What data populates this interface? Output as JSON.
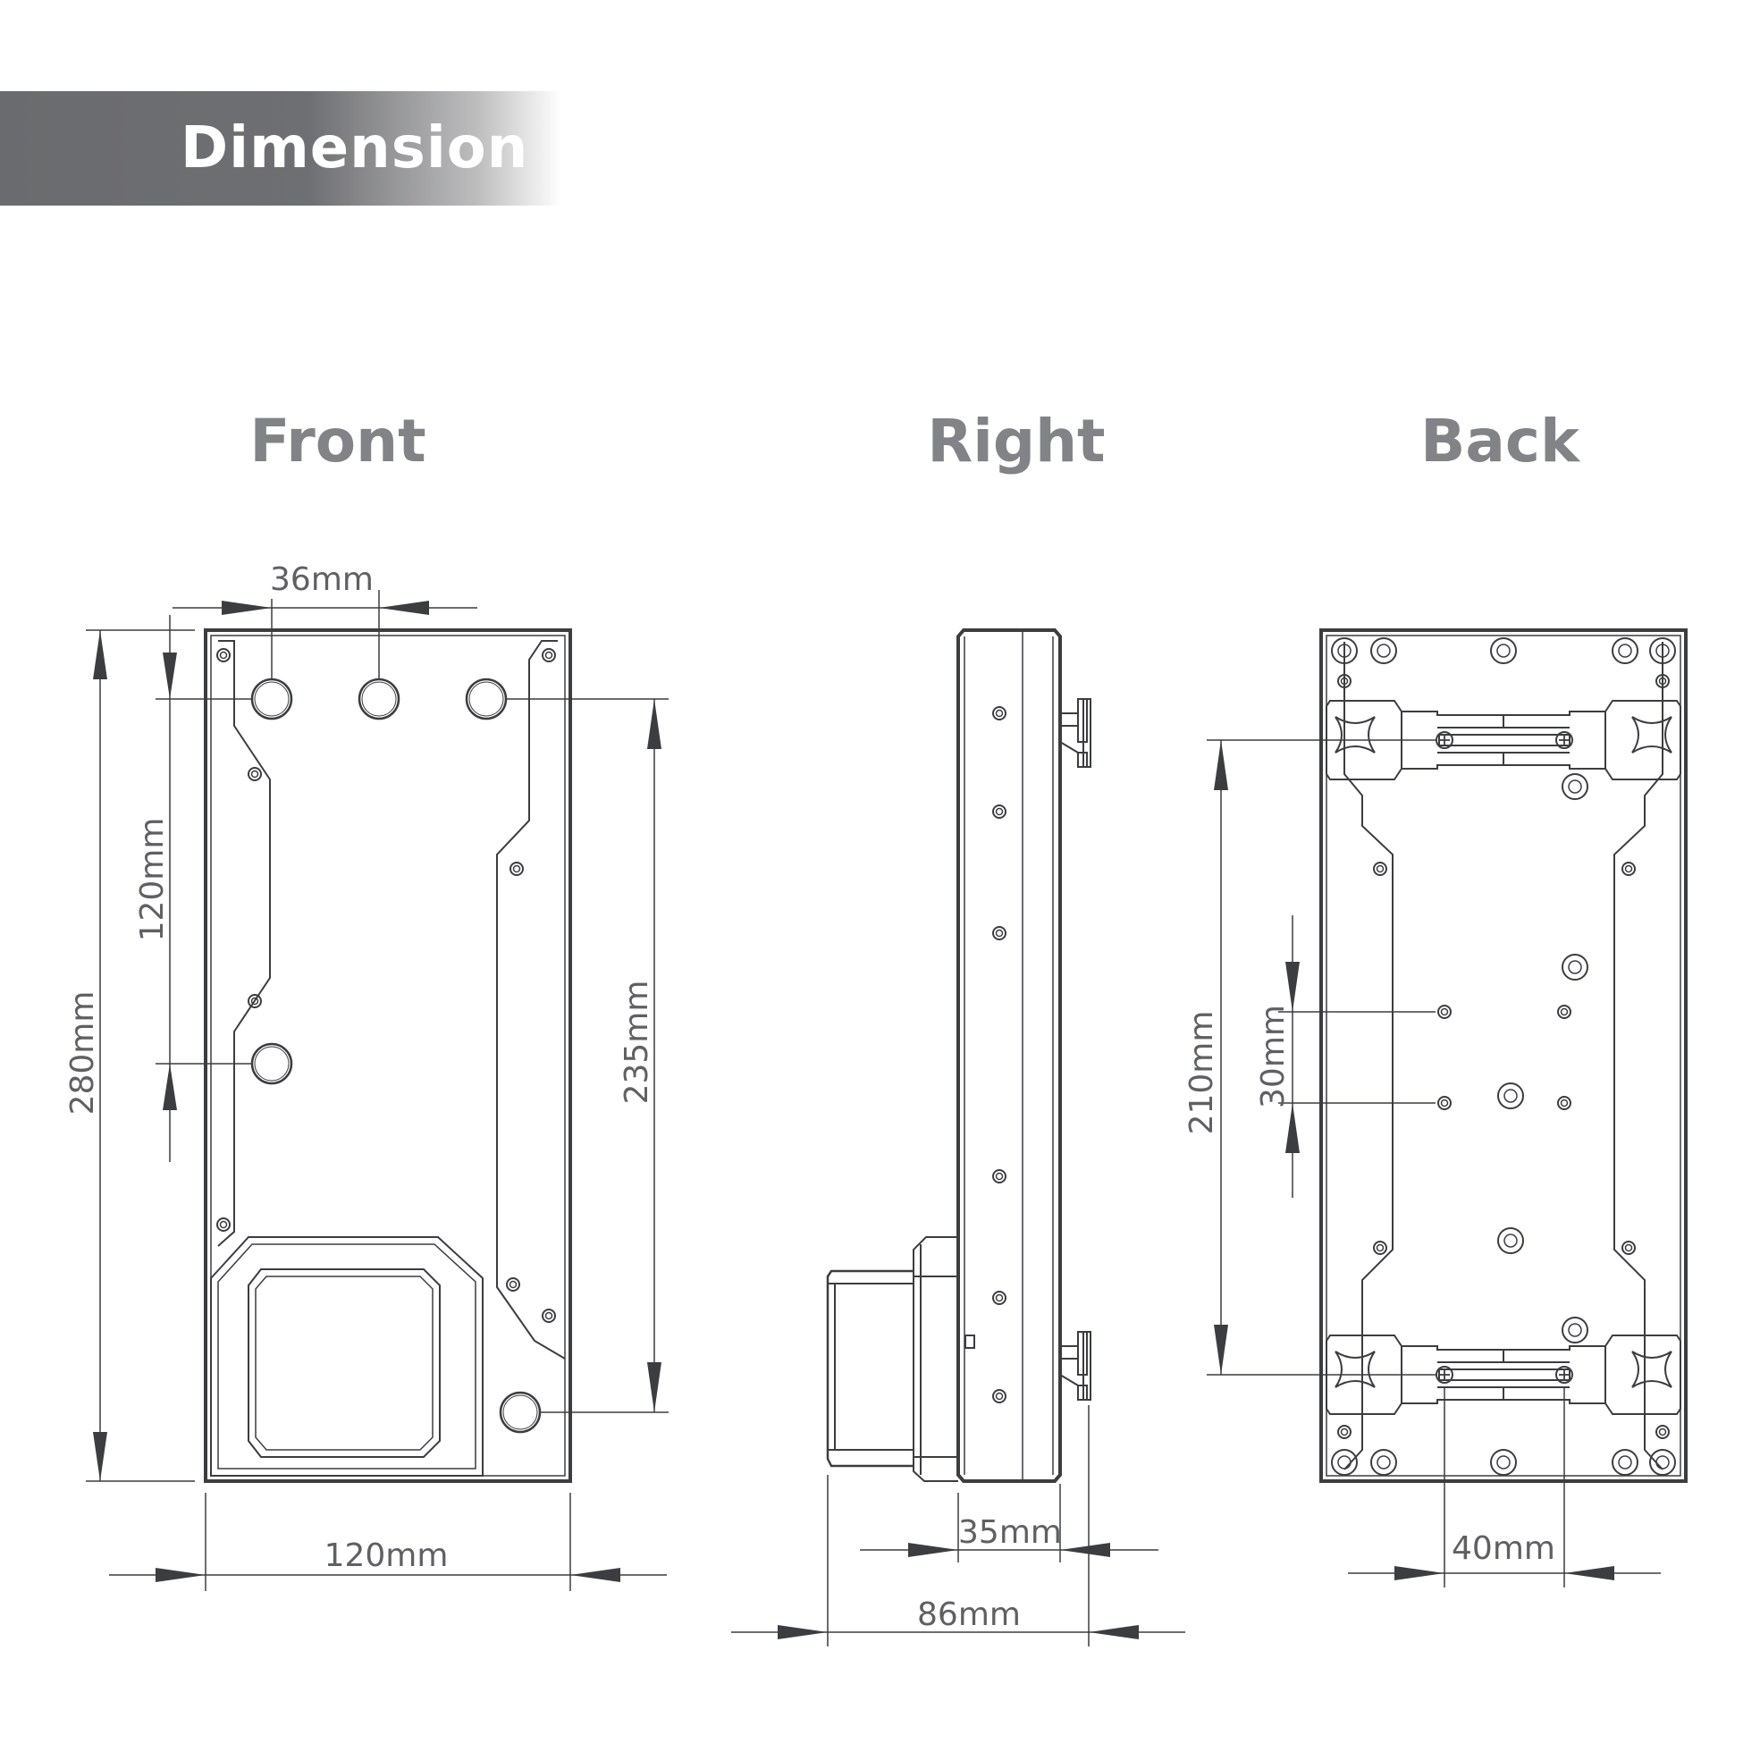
{
  "header": {
    "title": "Dimension"
  },
  "views": {
    "front": {
      "title": "Front"
    },
    "right": {
      "title": "Right"
    },
    "back": {
      "title": "Back"
    }
  },
  "dimensions": {
    "front_port_spacing": "36mm",
    "front_port_offset": "120mm",
    "front_height": "280mm",
    "front_port_span": "235mm",
    "front_width": "120mm",
    "right_thickness": "35mm",
    "right_depth": "86mm",
    "back_mount_height": "210mm",
    "back_hole_spacing": "30mm",
    "back_bracket_spacing": "40mm"
  },
  "colors": {
    "banner": "#6e6f72",
    "view_title": "#818386",
    "line": "#3c3d40",
    "dimension_text": "#5f6063"
  }
}
